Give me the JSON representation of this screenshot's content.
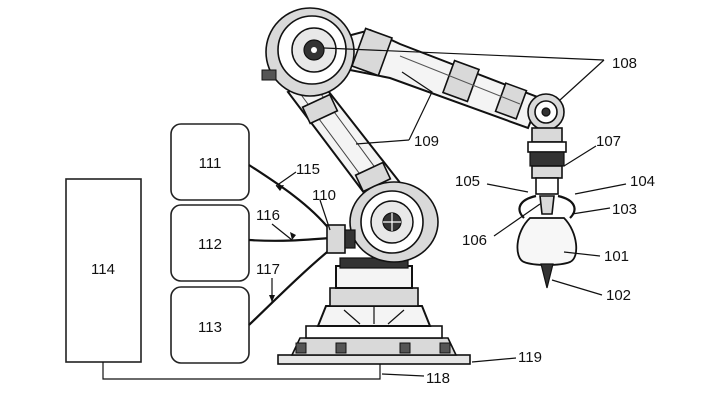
{
  "labels": {
    "l101": "101",
    "l102": "102",
    "l103": "103",
    "l104": "104",
    "l105": "105",
    "l106": "106",
    "l107": "107",
    "l108": "108",
    "l109": "109",
    "l110": "110",
    "l111": "111",
    "l112": "112",
    "l113": "113",
    "l114": "114",
    "l115": "115",
    "l116": "116",
    "l117": "117",
    "l118": "118",
    "l119": "119"
  }
}
